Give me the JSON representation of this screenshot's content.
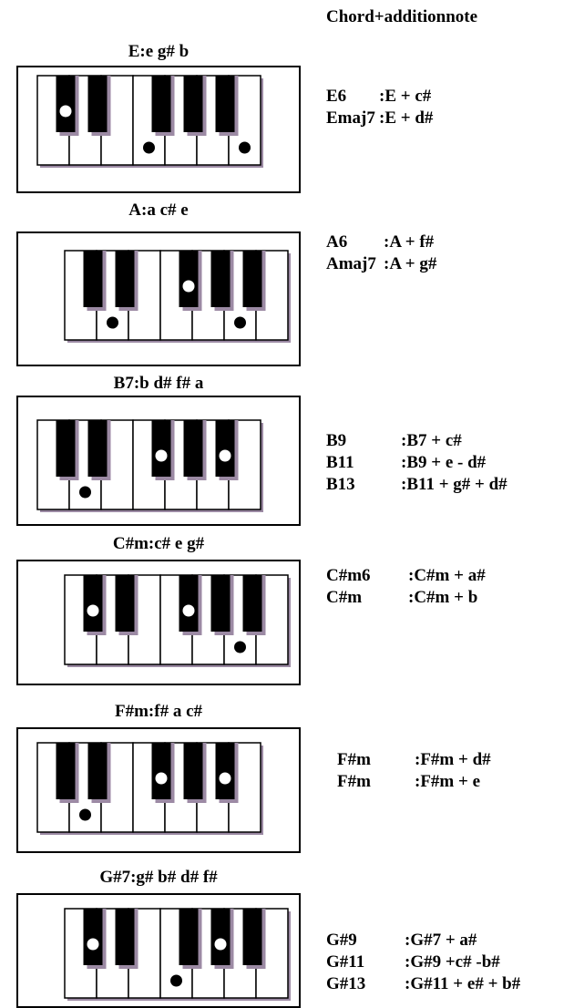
{
  "header": "Chord+additionnote",
  "chords": [
    {
      "title": "E:e g# b",
      "white_dots": [
        3,
        6
      ],
      "black_dots": [
        1
      ],
      "variants": [
        {
          "name": "E6",
          "formula": ":E + c#"
        },
        {
          "name": "Emaj7",
          "formula": ":E + d#"
        }
      ]
    },
    {
      "title": "A:a c# e",
      "white_dots": [
        1,
        5
      ],
      "black_dots": [
        3
      ],
      "variants": [
        {
          "name": "A6",
          "formula": ":A + f#"
        },
        {
          "name": "Amaj7",
          "formula": ":A + g#"
        }
      ]
    },
    {
      "title": "B7:b d# f# a",
      "white_dots": [
        1
      ],
      "black_dots": [
        3,
        5
      ],
      "variants": [
        {
          "name": "B9",
          "formula": ":B7 + c#"
        },
        {
          "name": "B11",
          "formula": ":B9 + e - d#"
        },
        {
          "name": "B13",
          "formula": ":B11 + g# + d#"
        }
      ]
    },
    {
      "title": "C#m:c# e g#",
      "white_dots": [
        5
      ],
      "black_dots": [
        1,
        3
      ],
      "variants": [
        {
          "name": "C#m6",
          "formula": ":C#m + a#"
        },
        {
          "name": "C#m",
          "formula": ":C#m + b"
        }
      ]
    },
    {
      "title": "F#m:f# a c#",
      "white_dots": [
        1
      ],
      "black_dots": [
        3,
        5
      ],
      "variants": [
        {
          "name": "F#m",
          "formula": ":F#m + d#"
        },
        {
          "name": "F#m",
          "formula": ":F#m + e"
        }
      ]
    },
    {
      "title": "G#7:g# b# d# f#",
      "white_dots": [
        3
      ],
      "black_dots": [
        1,
        4
      ],
      "variants": [
        {
          "name": "G#9",
          "formula": ":G#7 + a#"
        },
        {
          "name": "G#11",
          "formula": ":G#9 +c# -b#"
        },
        {
          "name": "G#13",
          "formula": ":G#11 + e# + b#"
        }
      ]
    }
  ]
}
